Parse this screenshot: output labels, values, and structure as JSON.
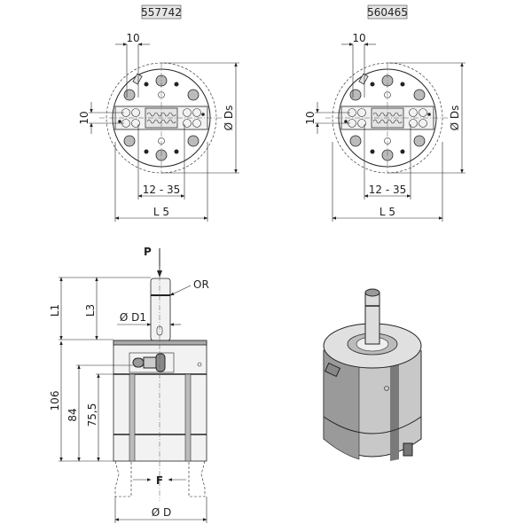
{
  "top_views": [
    {
      "part_number": "557742",
      "dim_top": "10",
      "dim_left": "10",
      "dim_range": "12 - 35",
      "dim_length": "L 5",
      "dim_diameter": "Ø Ds"
    },
    {
      "part_number": "560465",
      "dim_top": "10",
      "dim_left": "10",
      "dim_range": "12 - 35",
      "dim_length": "L 5",
      "dim_diameter": "Ø Ds"
    }
  ],
  "side_view": {
    "pressure": "P",
    "oring": "OR",
    "L1": "L1",
    "L3": "L3",
    "D1": "Ø D1",
    "height_total": "106",
    "height_84": "84",
    "height_75": "75,5",
    "force": "F",
    "diameter": "Ø D"
  }
}
